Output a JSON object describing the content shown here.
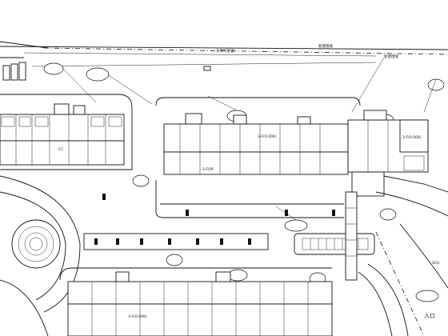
{
  "annotations": {
    "gas_pipe": "天然气管道",
    "fence_top": "新建围墙",
    "fence_right": "新建围墙",
    "room_code_a": "3-FOR",
    "room_code_b": "3-F(0.000)",
    "room_code_c": "3-F(0.000)",
    "room_code_d": "3-F(0.000)",
    "code_cc": "CC",
    "bottom_right": "入口",
    "side_label": "SCU"
  }
}
